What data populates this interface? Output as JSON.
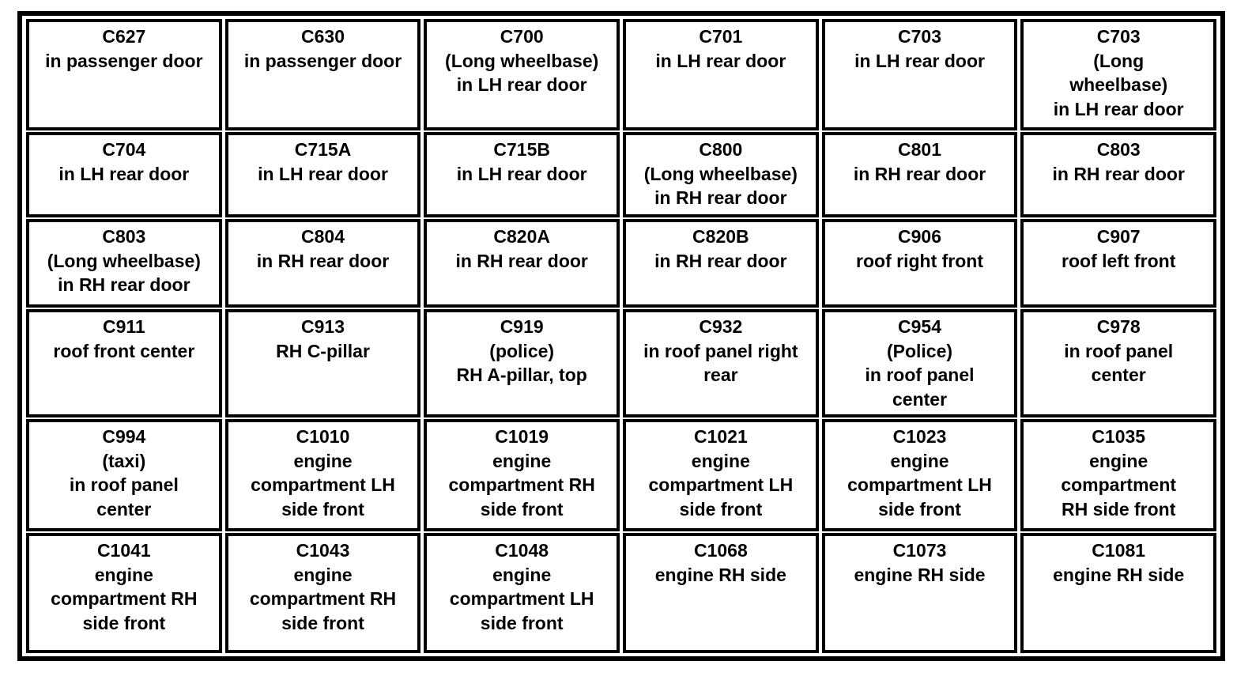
{
  "table": {
    "name": "connector-location-table",
    "columns": 6,
    "rows": 6,
    "border_color": "#000000",
    "background_color": "#ffffff",
    "text_color": "#000000",
    "cells": [
      [
        {
          "id": "C627",
          "desc": "in passenger door"
        },
        {
          "id": "C630",
          "desc": "in passenger door"
        },
        {
          "id": "C700",
          "desc": "(Long wheelbase)\nin LH rear door"
        },
        {
          "id": "C701",
          "desc": "in LH rear door"
        },
        {
          "id": "C703",
          "desc": "in LH rear door"
        },
        {
          "id": "C703",
          "desc": "(Long\nwheelbase)\nin LH rear door"
        }
      ],
      [
        {
          "id": "C704",
          "desc": "in LH rear door"
        },
        {
          "id": "C715A",
          "desc": "in LH rear door"
        },
        {
          "id": "C715B",
          "desc": "in LH rear door"
        },
        {
          "id": "C800",
          "desc": "(Long wheelbase)\nin RH rear door"
        },
        {
          "id": "C801",
          "desc": "in RH rear door"
        },
        {
          "id": "C803",
          "desc": "in RH rear door"
        }
      ],
      [
        {
          "id": "C803",
          "desc": "(Long wheelbase)\nin RH rear door"
        },
        {
          "id": "C804",
          "desc": "in RH rear door"
        },
        {
          "id": "C820A",
          "desc": "in RH rear door"
        },
        {
          "id": "C820B",
          "desc": "in RH rear door"
        },
        {
          "id": "C906",
          "desc": "roof right front"
        },
        {
          "id": "C907",
          "desc": "roof left front"
        }
      ],
      [
        {
          "id": "C911",
          "desc": "roof front center"
        },
        {
          "id": "C913",
          "desc": "RH C-pillar"
        },
        {
          "id": "C919",
          "desc": "(police)\nRH A-pillar, top"
        },
        {
          "id": "C932",
          "desc": "in roof panel right\nrear"
        },
        {
          "id": "C954",
          "desc": "(Police)\nin roof panel\ncenter"
        },
        {
          "id": "C978",
          "desc": "in roof panel\ncenter"
        }
      ],
      [
        {
          "id": "C994",
          "desc": "(taxi)\nin roof panel\ncenter"
        },
        {
          "id": "C1010",
          "desc": "engine\ncompartment LH\nside front"
        },
        {
          "id": "C1019",
          "desc": "engine\ncompartment RH\nside front"
        },
        {
          "id": "C1021",
          "desc": "engine\ncompartment LH\nside front"
        },
        {
          "id": "C1023",
          "desc": "engine\ncompartment LH\nside front"
        },
        {
          "id": "C1035",
          "desc": "engine\ncompartment\nRH side front"
        }
      ],
      [
        {
          "id": "C1041",
          "desc": "engine\ncompartment RH\nside front"
        },
        {
          "id": "C1043",
          "desc": "engine\ncompartment RH\nside front"
        },
        {
          "id": "C1048",
          "desc": "engine\ncompartment LH\nside front"
        },
        {
          "id": "C1068",
          "desc": "engine RH side"
        },
        {
          "id": "C1073",
          "desc": "engine RH side"
        },
        {
          "id": "C1081",
          "desc": "engine RH side"
        }
      ]
    ]
  }
}
